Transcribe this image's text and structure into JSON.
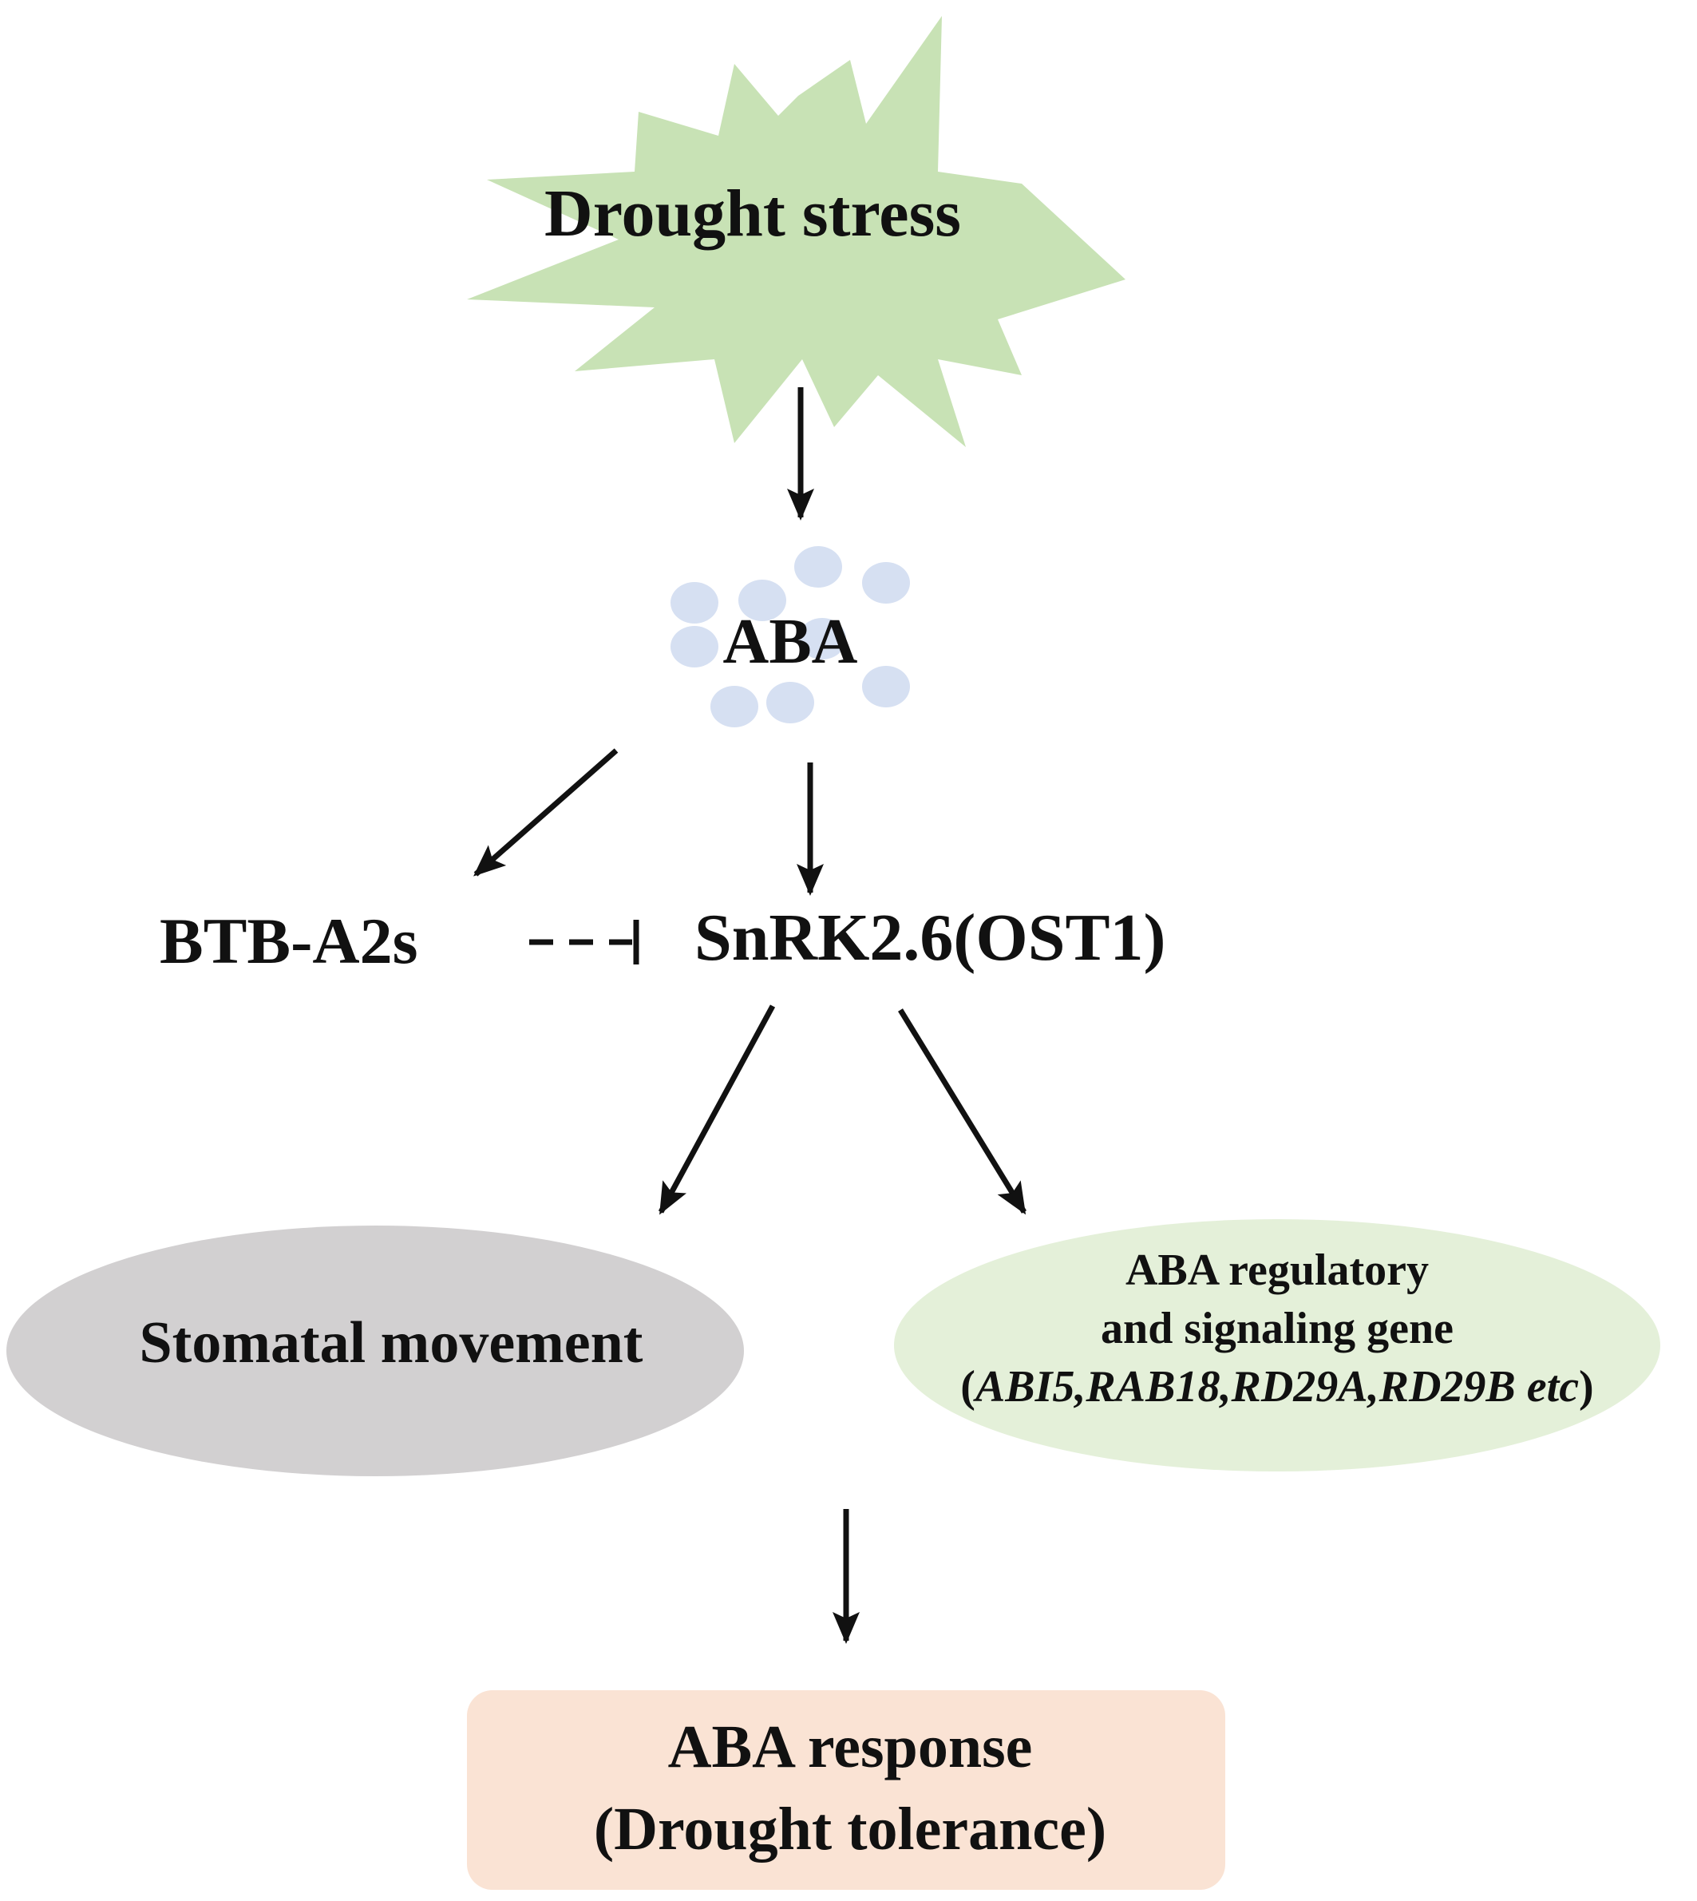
{
  "nodes": {
    "drought_stress": "Drought stress",
    "aba": "ABA",
    "btb": "BTB-A2s",
    "snrk": "SnRK2.6(OST1)",
    "stomatal": "Stomatal movement",
    "genes_line1": "ABA regulatory",
    "genes_line2": "and signaling gene",
    "genes_open": "(",
    "genes_names": "ABI5,RAB18,RD29A,RD29B etc",
    "genes_close": ")",
    "response_line1": "ABA response",
    "response_line2": "(Drought tolerance)"
  },
  "edges": [
    {
      "from": "Drought stress",
      "to": "ABA",
      "type": "activation"
    },
    {
      "from": "ABA",
      "to": "BTB-A2s",
      "type": "activation"
    },
    {
      "from": "ABA",
      "to": "SnRK2.6(OST1)",
      "type": "activation"
    },
    {
      "from": "BTB-A2s",
      "to": "SnRK2.6(OST1)",
      "type": "inhibition",
      "style": "dashed"
    },
    {
      "from": "SnRK2.6(OST1)",
      "to": "Stomatal movement",
      "type": "activation"
    },
    {
      "from": "SnRK2.6(OST1)",
      "to": "ABA regulatory and signaling gene",
      "type": "activation"
    },
    {
      "from": "Stomatal movement / ABA regulatory and signaling gene",
      "to": "ABA response (Drought tolerance)",
      "type": "activation"
    }
  ],
  "colors": {
    "burst_fill": "#c8e2b5",
    "aba_dots": "#d6e0f2",
    "stomatal_fill": "#d2d0d1",
    "genes_fill": "#e4f0d9",
    "response_fill": "#fae3d4",
    "arrow": "#111111"
  }
}
